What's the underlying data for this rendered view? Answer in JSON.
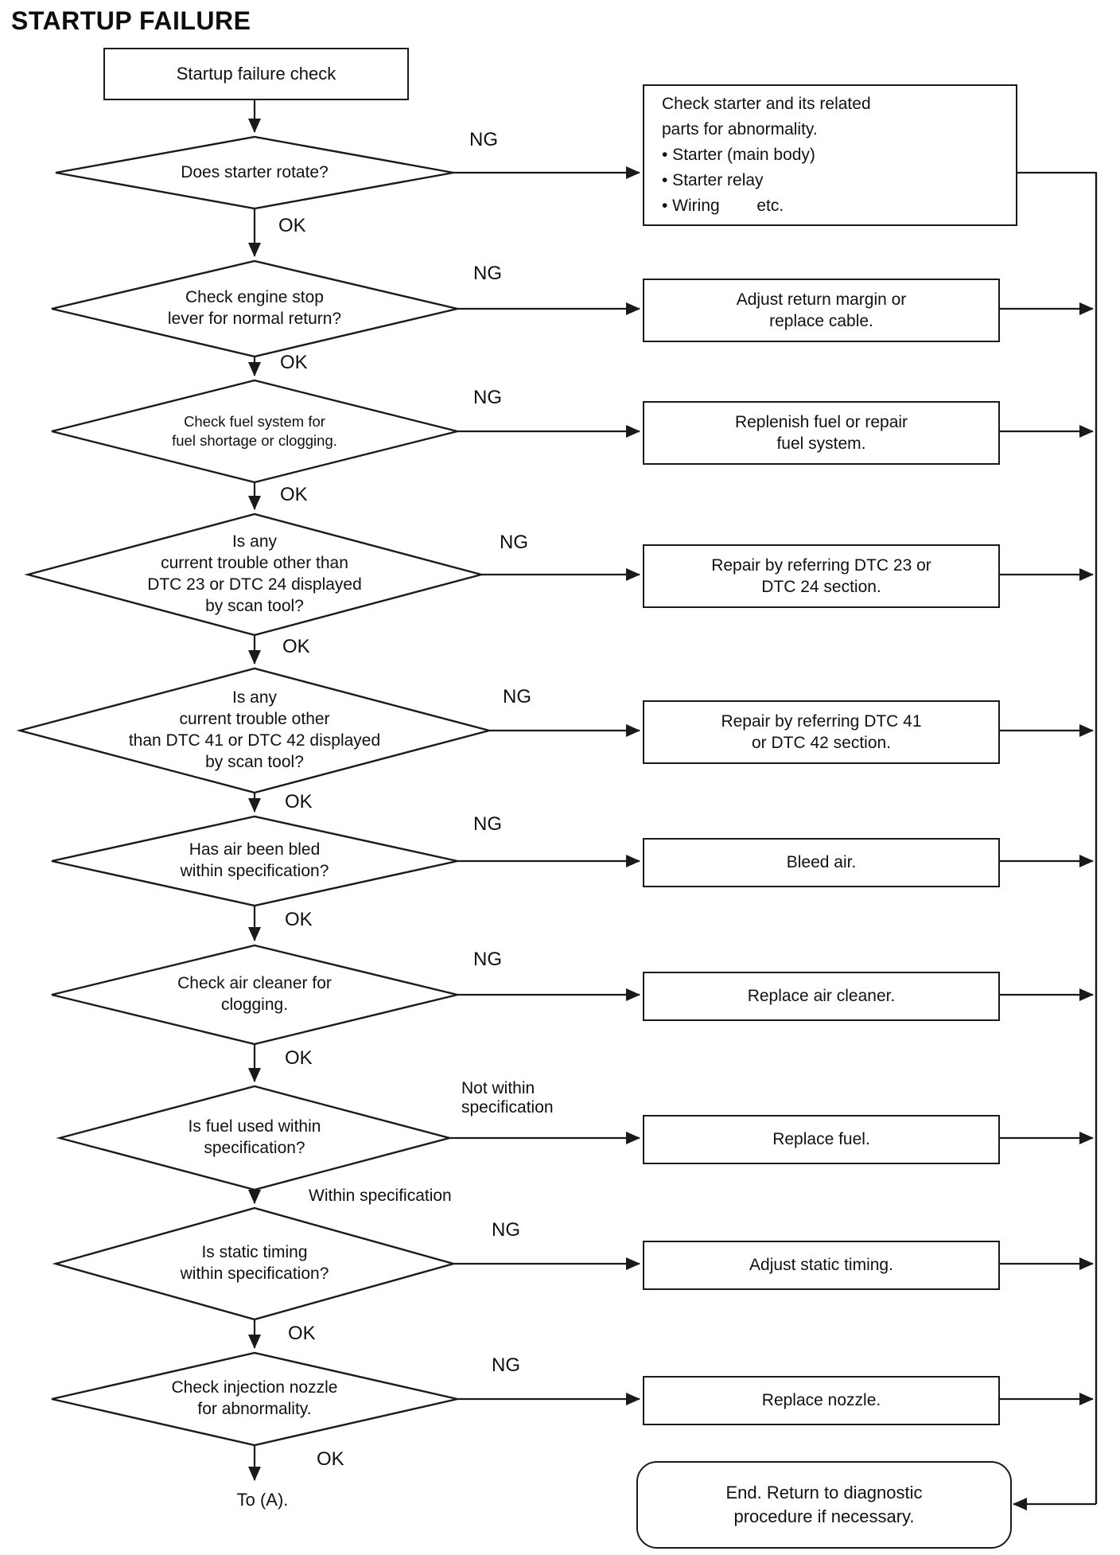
{
  "title": "STARTUP FAILURE",
  "start": {
    "label": "Startup failure check"
  },
  "steps": [
    {
      "question": "Does starter rotate?",
      "fail_label": "NG",
      "pass_label": "OK",
      "action": "Check starter and its related\nparts for abnormality.\n• Starter (main body)\n• Starter relay\n• Wiring        etc."
    },
    {
      "question": "Check engine stop\nlever for normal return?",
      "fail_label": "NG",
      "pass_label": "OK",
      "action": "Adjust return margin or\nreplace cable."
    },
    {
      "question": "Check fuel system for\nfuel shortage or clogging.",
      "fail_label": "NG",
      "pass_label": "OK",
      "action": "Replenish fuel or repair\nfuel system."
    },
    {
      "question": "Is any\ncurrent trouble other than\nDTC 23 or DTC 24 displayed\nby scan tool?",
      "fail_label": "NG",
      "pass_label": "OK",
      "action": "Repair by referring DTC 23 or\nDTC 24 section."
    },
    {
      "question": "Is any\ncurrent trouble other\nthan DTC 41 or DTC 42 displayed\nby scan tool?",
      "fail_label": "NG",
      "pass_label": "OK",
      "action": "Repair by referring DTC 41\nor DTC 42 section."
    },
    {
      "question": "Has air been bled\nwithin specification?",
      "fail_label": "NG",
      "pass_label": "OK",
      "action": "Bleed air."
    },
    {
      "question": "Check air cleaner for\nclogging.",
      "fail_label": "NG",
      "pass_label": "OK",
      "action": "Replace air cleaner."
    },
    {
      "question": "Is fuel used within\nspecification?",
      "fail_label": "Not within\nspecification",
      "pass_label": "Within specification",
      "action": "Replace fuel."
    },
    {
      "question": "Is static timing\nwithin specification?",
      "fail_label": "NG",
      "pass_label": "OK",
      "action": "Adjust static timing."
    },
    {
      "question": "Check injection nozzle\nfor abnormality.",
      "fail_label": "NG",
      "pass_label": "OK",
      "action": "Replace nozzle."
    }
  ],
  "footer": {
    "to_label": "To (A)."
  },
  "end": {
    "label": "End. Return to diagnostic\nprocedure if necessary."
  },
  "colors": {
    "ink": "#1a1a1a",
    "paper": "#ffffff"
  }
}
